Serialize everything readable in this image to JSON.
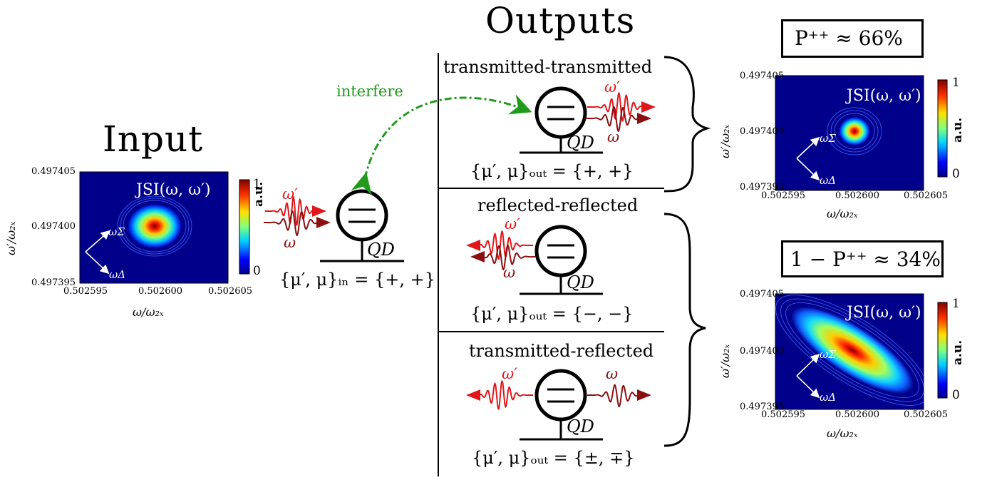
{
  "titles": {
    "input": "Input",
    "outputs": "Outputs"
  },
  "sections": {
    "tt": "transmitted-transmitted",
    "rr": "reflected-reflected",
    "tr": "transmitted-reflected"
  },
  "states": {
    "in": "{μ′, μ}ᵢₙ = {+, +}",
    "tt": "{μ′, μ}ₒᵤₜ = {+, +}",
    "rr": "{μ′, μ}ₒᵤₜ = {−, −}",
    "tr": "{μ′, μ}ₒᵤₜ = {±, ∓}"
  },
  "qd_label": "QD",
  "interfere": "interfere",
  "probabilities": {
    "p_plus": "P⁺⁺ ≈ 66%",
    "one_minus_p": "1 − P⁺⁺ ≈ 34%"
  },
  "plots": {
    "jsi_label": "JSI(ω, ω′)",
    "xlabel": "ω/ω₂ₓ",
    "ylabel": "ω′/ω₂ₓ",
    "xticks": [
      "0.502595",
      "0.502600",
      "0.502605"
    ],
    "yticks": [
      "0.497405",
      "0.497400",
      "0.497395"
    ],
    "w_sigma": "ωΣ",
    "w_delta": "ωΔ",
    "colorbar_label": "a.u.",
    "colorbar_min": "0",
    "colorbar_max": "1"
  },
  "pulse_labels": {
    "omega_prime": "ω′",
    "omega": "ω"
  },
  "colors": {
    "plot_bg": "#00008b",
    "pulse_red": "#e0171b",
    "pulse_dark": "#8a0f10",
    "interfere_green": "#1f9a1b"
  }
}
